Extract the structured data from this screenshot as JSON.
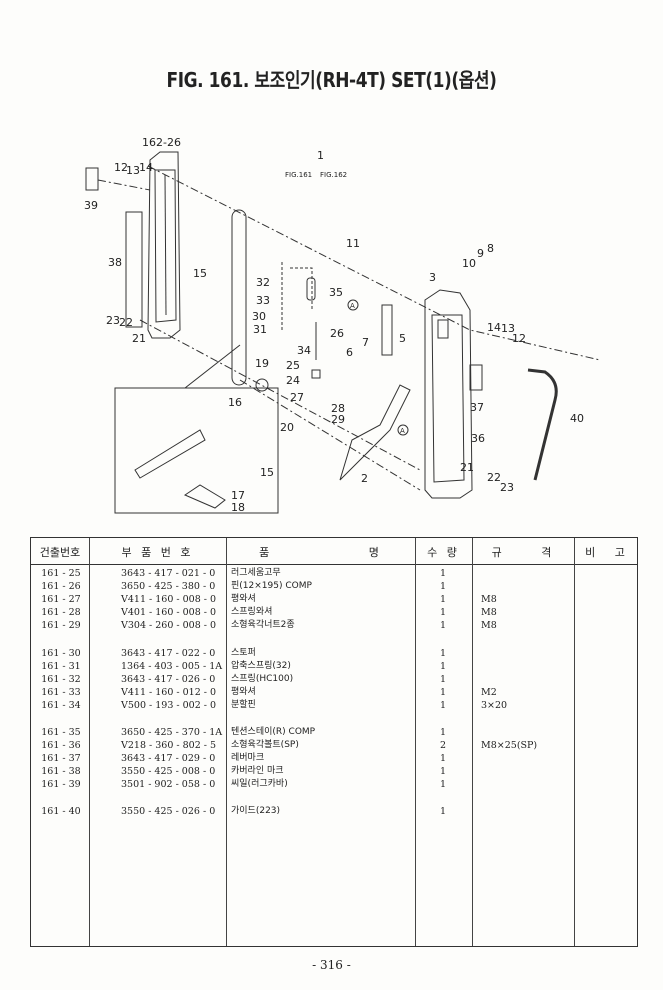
{
  "title": "FIG. 161. 보조인기(RH-4T) SET(1)(옵션)",
  "diagram": {
    "labels": [
      "162-26",
      "12",
      "13",
      "14",
      "1",
      "FIG.161",
      "FIG.162",
      "39",
      "38",
      "15",
      "11",
      "32",
      "33",
      "30",
      "31",
      "35",
      "A",
      "26",
      "34",
      "6",
      "7",
      "5",
      "3",
      "10",
      "9",
      "8",
      "14",
      "13",
      "12",
      "23",
      "22",
      "21",
      "25",
      "24",
      "27",
      "28",
      "29",
      "19",
      "20",
      "16",
      "15",
      "17",
      "18",
      "2",
      "A",
      "37",
      "40",
      "36",
      "21",
      "22",
      "23"
    ]
  },
  "table": {
    "headers": [
      "건출번호",
      "부 품 번 호",
      "품 명",
      "수 량",
      "규 격",
      "비 고"
    ],
    "rows": [
      {
        "no": "161 - 25",
        "part": "3643 - 417 - 021 - 0",
        "name": "러그세움고무",
        "qty": "1",
        "spec": ""
      },
      {
        "no": "161 - 26",
        "part": "3650 - 425 - 380 - 0",
        "name": "핀(12×195) COMP",
        "qty": "1",
        "spec": ""
      },
      {
        "no": "161 - 27",
        "part": "V411 - 160 - 008 - 0",
        "name": "평와셔",
        "qty": "1",
        "spec": "M8"
      },
      {
        "no": "161 - 28",
        "part": "V401 - 160 - 008 - 0",
        "name": "스프링와셔",
        "qty": "1",
        "spec": "M8"
      },
      {
        "no": "161 - 29",
        "part": "V304 - 260 - 008 - 0",
        "name": "소형육각너트2종",
        "qty": "1",
        "spec": "M8"
      },
      {
        "no": "161 - 30",
        "part": "3643 - 417 - 022 - 0",
        "name": "스토퍼",
        "qty": "1",
        "spec": ""
      },
      {
        "no": "161 - 31",
        "part": "1364 - 403 - 005 - 1A",
        "name": "압축스프링(32)",
        "qty": "1",
        "spec": ""
      },
      {
        "no": "161 - 32",
        "part": "3643 - 417 - 026 - 0",
        "name": "스프링(HC100)",
        "qty": "1",
        "spec": ""
      },
      {
        "no": "161 - 33",
        "part": "V411 - 160 - 012 - 0",
        "name": "평와셔",
        "qty": "1",
        "spec": "M2"
      },
      {
        "no": "161 - 34",
        "part": "V500 - 193 - 002 - 0",
        "name": "분할핀",
        "qty": "1",
        "spec": "3×20"
      },
      {
        "no": "161 - 35",
        "part": "3650 - 425 - 370 - 1A",
        "name": "텐션스테이(R) COMP",
        "qty": "1",
        "spec": ""
      },
      {
        "no": "161 - 36",
        "part": "V218 - 360 - 802 - 5",
        "name": "소형육각볼트(SP)",
        "qty": "2",
        "spec": "M8×25(SP)"
      },
      {
        "no": "161 - 37",
        "part": "3643 - 417 - 029 - 0",
        "name": "레버마크",
        "qty": "1",
        "spec": ""
      },
      {
        "no": "161 - 38",
        "part": "3550 - 425 - 008 - 0",
        "name": "카버라인 마크",
        "qty": "1",
        "spec": ""
      },
      {
        "no": "161 - 39",
        "part": "3501 - 902 - 058 - 0",
        "name": "씨일(러그카바)",
        "qty": "1",
        "spec": ""
      },
      {
        "no": "161 - 40",
        "part": "3550 - 425 - 026 - 0",
        "name": "가이드(223)",
        "qty": "1",
        "spec": ""
      }
    ]
  },
  "page_number": "- 316 -"
}
